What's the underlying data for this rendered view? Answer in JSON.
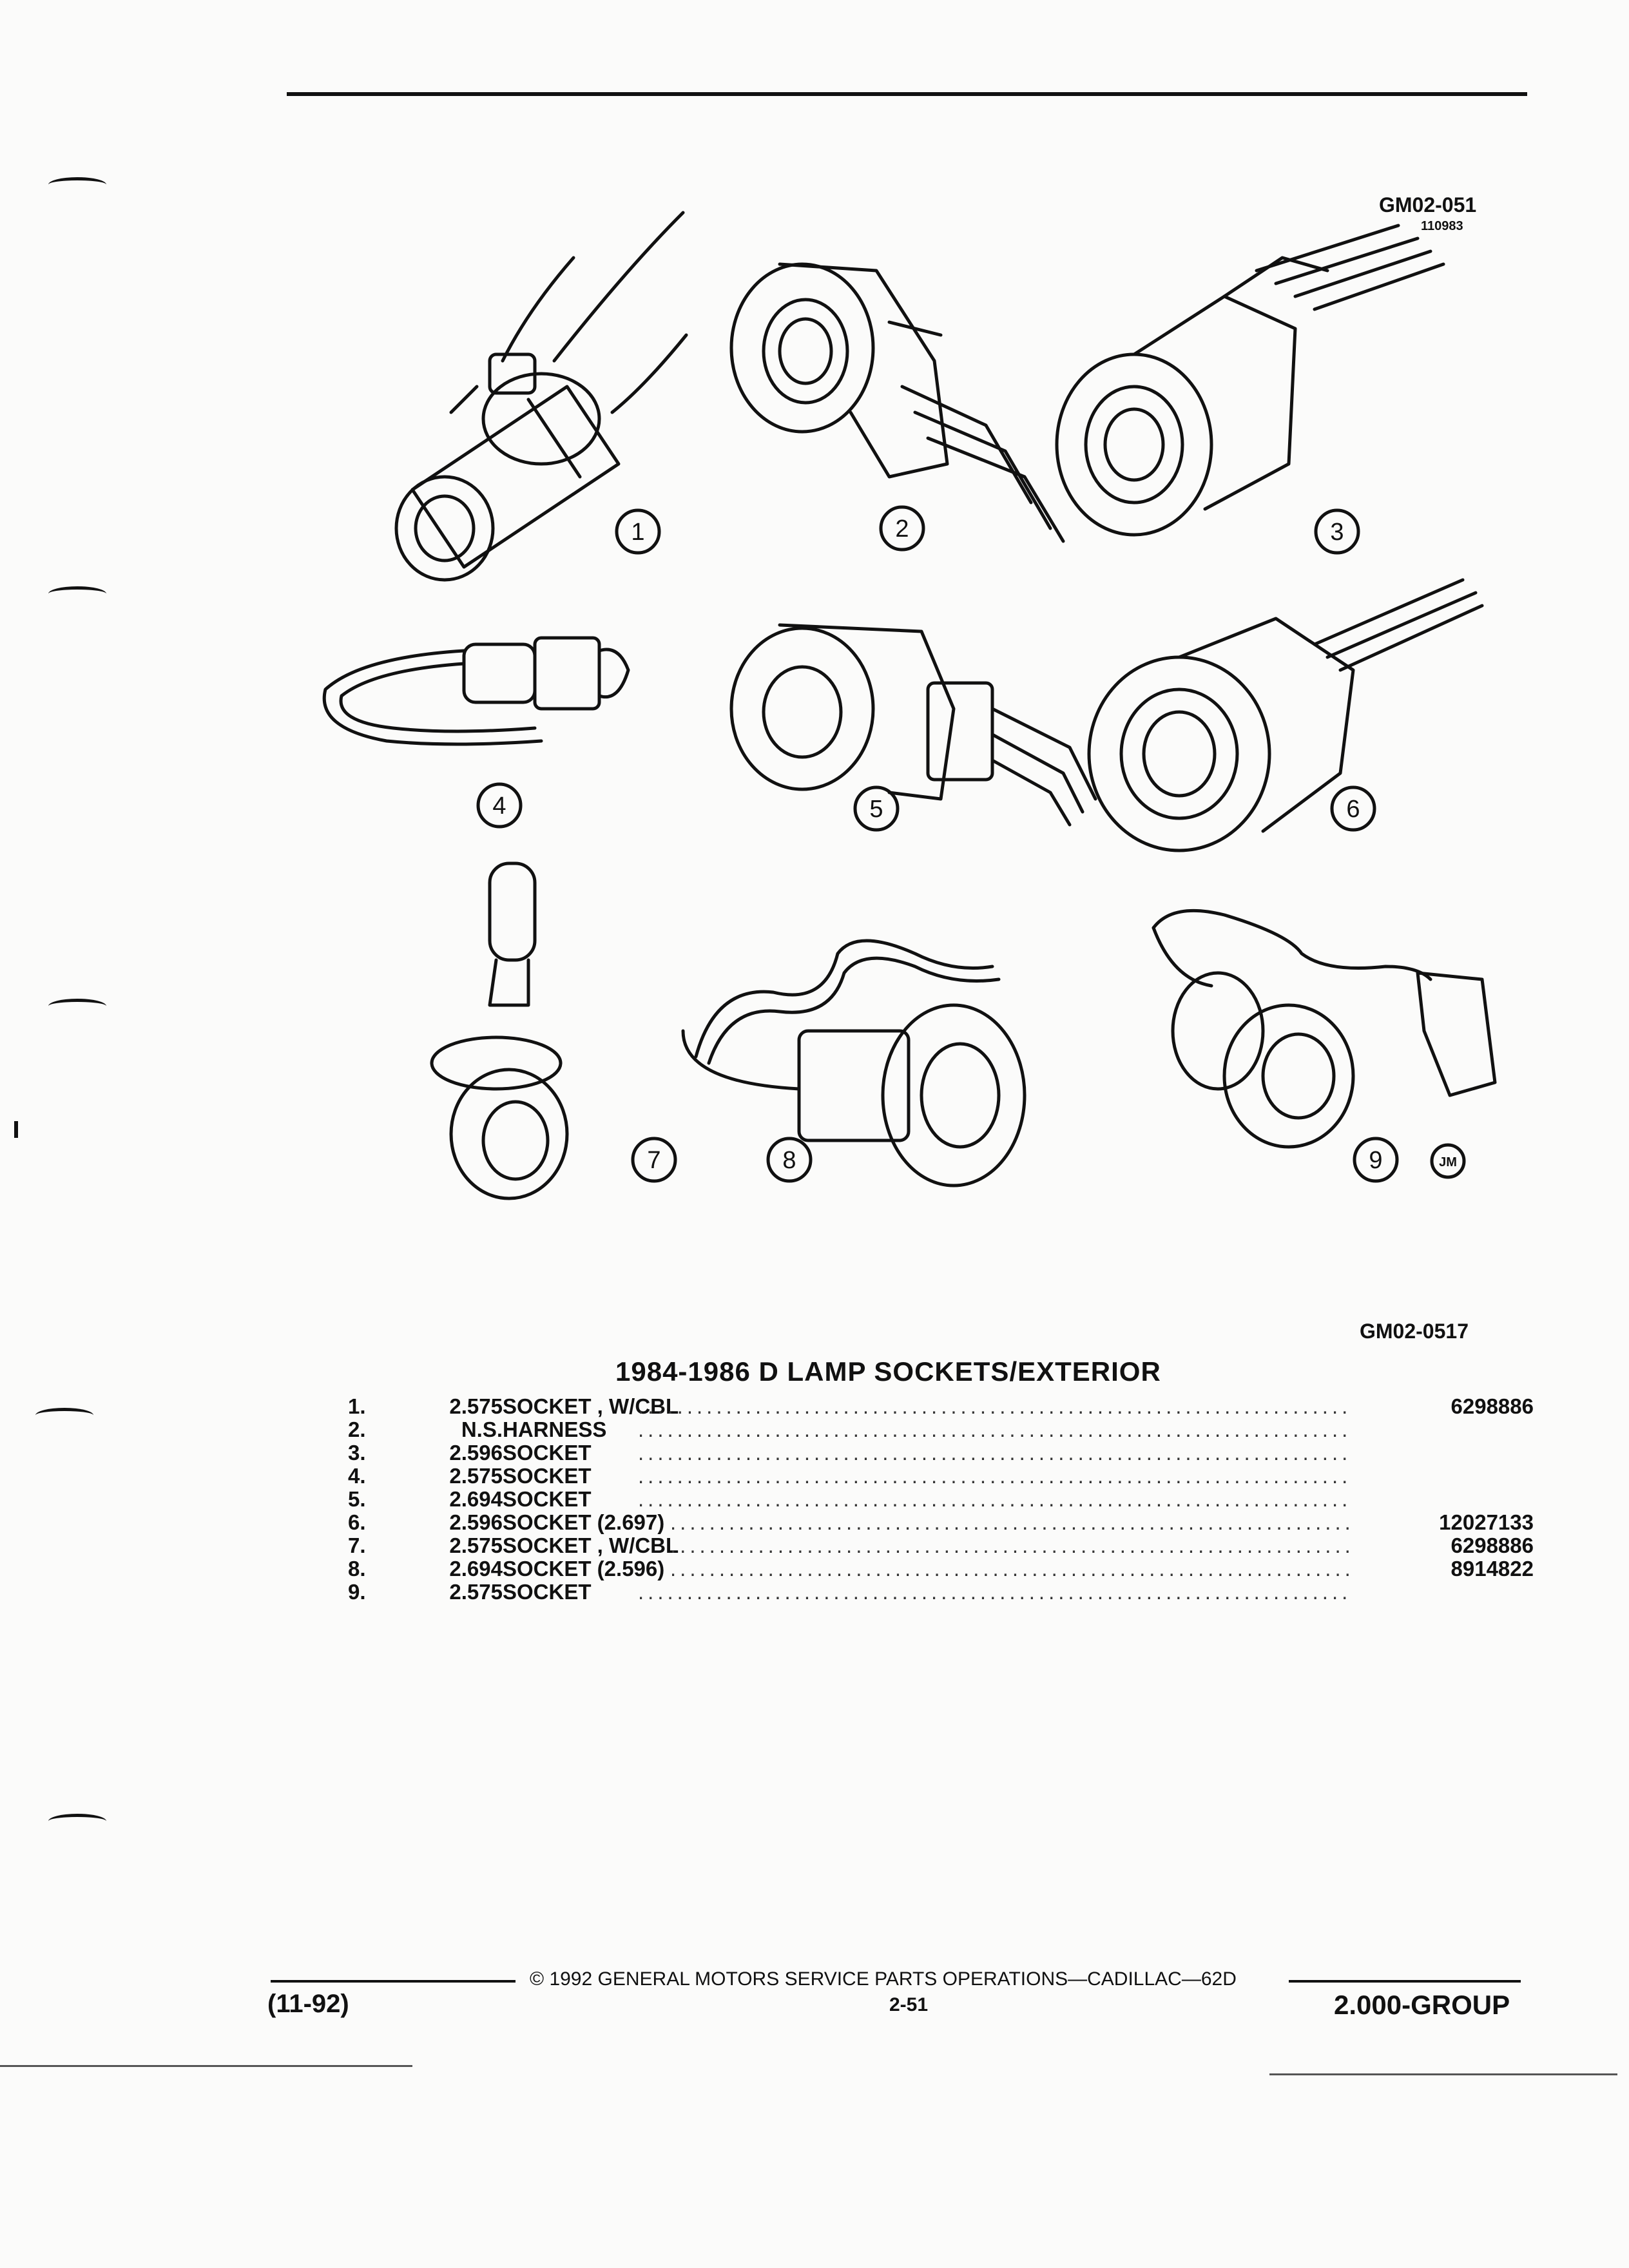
{
  "header": {
    "figure_code": "GM02-051",
    "figure_sub_code": "110983"
  },
  "figure": {
    "callouts": [
      "1",
      "2",
      "3",
      "4",
      "5",
      "6",
      "7",
      "8",
      "9"
    ],
    "artist_mark": "JM",
    "figure_id": "GM02-0517"
  },
  "title": "1984-1986 D LAMP SOCKETS/EXTERIOR",
  "parts": [
    {
      "item": "1.",
      "code": "2.575",
      "desc": "SOCKET , W/CBL",
      "part": "6298886"
    },
    {
      "item": "2.",
      "code": "N.S.",
      "desc": "HARNESS",
      "part": ""
    },
    {
      "item": "3.",
      "code": "2.596",
      "desc": "SOCKET",
      "part": ""
    },
    {
      "item": "4.",
      "code": "2.575",
      "desc": "SOCKET",
      "part": ""
    },
    {
      "item": "5.",
      "code": "2.694",
      "desc": "SOCKET",
      "part": ""
    },
    {
      "item": "6.",
      "code": "2.596",
      "desc": "SOCKET (2.697)",
      "part": "12027133"
    },
    {
      "item": "7.",
      "code": "2.575",
      "desc": "SOCKET , W/CBL",
      "part": "6298886"
    },
    {
      "item": "8.",
      "code": "2.694",
      "desc": "SOCKET (2.596)",
      "part": "8914822"
    },
    {
      "item": "9.",
      "code": "2.575",
      "desc": "SOCKET",
      "part": ""
    }
  ],
  "footer": {
    "copyright": "© 1992 GENERAL MOTORS SERVICE PARTS OPERATIONS—CADILLAC—62D",
    "date": "(11-92)",
    "page": "2-51",
    "group": "2.000-GROUP"
  }
}
